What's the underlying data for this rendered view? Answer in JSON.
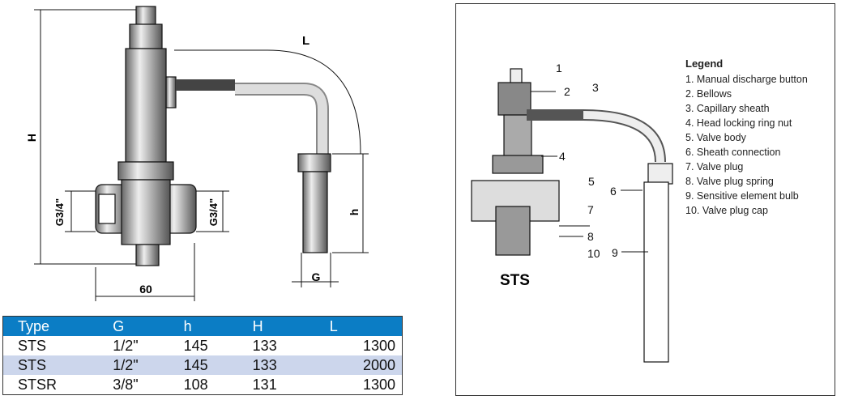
{
  "dimension_drawing": {
    "labels": {
      "H": "H",
      "L": "L",
      "h": "h",
      "G": "G",
      "width": "60",
      "thread_left": "G3/4\"",
      "thread_right": "G3/4\""
    }
  },
  "spec_table": {
    "headers": [
      "Type",
      "G",
      "h",
      "H",
      "L"
    ],
    "rows": [
      [
        "STS",
        "1/2\"",
        "145",
        "133",
        "1300"
      ],
      [
        "STS",
        "1/2\"",
        "145",
        "133",
        "2000"
      ],
      [
        "STSR",
        "3/8\"",
        "108",
        "131",
        "1300"
      ]
    ],
    "header_color": "#0b7dc5",
    "alt_row_color": "#ccd6ec"
  },
  "section_drawing": {
    "model_label": "STS",
    "callouts": [
      "1",
      "2",
      "3",
      "4",
      "5",
      "6",
      "7",
      "8",
      "9",
      "10"
    ]
  },
  "legend": {
    "title": "Legend",
    "items": [
      "1. Manual discharge button",
      "2. Bellows",
      "3. Capillary sheath",
      "4. Head locking ring nut",
      "5. Valve body",
      "6. Sheath connection",
      "7. Valve plug",
      "8. Valve plug spring",
      "9. Sensitive element bulb",
      "10. Valve plug cap"
    ]
  }
}
